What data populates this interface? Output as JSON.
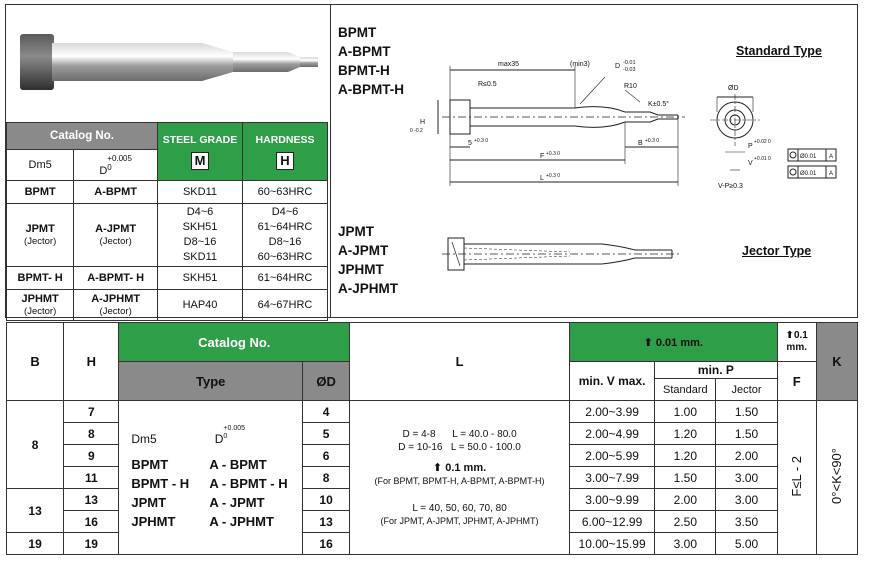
{
  "top_left": {
    "catalog_header": "Catalog No.",
    "steel_grade_header": "STEEL GRADE",
    "steel_grade_symbol": "M",
    "hardness_header": "HARDNESS",
    "hardness_symbol": "H",
    "dm5": "Dm5",
    "d_label": "D",
    "d_tol_top": "+0.005",
    "d_tol_bot": "0",
    "rows": [
      {
        "a": "BPMT",
        "b": "A-BPMT",
        "grade": "SKD11",
        "hard": "60~63HRC"
      },
      {
        "a": "JPMT",
        "a2": "(Jector)",
        "b": "A-JPMT",
        "b2": "(Jector)",
        "grade": [
          "D4~6",
          "SKH51",
          "D8~16",
          "SKD11"
        ],
        "hard": [
          "D4~6",
          "61~64HRC",
          "D8~16",
          "60~63HRC"
        ]
      },
      {
        "a": "BPMT- H",
        "b": "A-BPMT- H",
        "grade": "SKH51",
        "hard": "61~64HRC"
      },
      {
        "a": "JPHMT",
        "a2": "(Jector)",
        "b": "A-JPHMT",
        "b2": "(Jector)",
        "grade": "HAP40",
        "hard": "64~67HRC"
      }
    ]
  },
  "diagram": {
    "titles_top": [
      "BPMT",
      "A-BPMT",
      "BPMT-H",
      "A-BPMT-H"
    ],
    "titles_bottom": [
      "JPMT",
      "A-JPMT",
      "JPHMT",
      "A-JPHMT"
    ],
    "standard_type": "Standard Type",
    "jector_type": "Jector Type",
    "dims": {
      "max35": "max35",
      "min3": "(min3)",
      "d_tol": "D",
      "d_tol_a": "-0.01",
      "d_tol_b": "-0.03",
      "r05": "R≤0.5",
      "r10": "R10",
      "k": "K±0.5°",
      "h": "H",
      "h_tol": "0 -0.2",
      "s": "5",
      "s_tol": "+0.3 0",
      "b": "B",
      "b_tol": "+0.3 0",
      "f": "F",
      "f_tol": "+0.3 0",
      "l": "L",
      "l_tol": "+0.3 0",
      "od": "ØD",
      "p": "P",
      "p_tol": "+0.02 0",
      "v": "V",
      "v_tol": "+0.01 0",
      "vp": "V-P≥0.3",
      "geo1": "Ø0.01",
      "geo_ref": "A"
    }
  },
  "main_table": {
    "b_header": "B",
    "h_header": "H",
    "catalog_header": "Catalog No.",
    "type_header": "Type",
    "od_header": "ØD",
    "l_header": "L",
    "tol_header": "0.01 mm.",
    "min_v_header": "min. V max.",
    "min_p_header": "min. P",
    "standard_header": "Standard",
    "jector_header": "Jector",
    "f_tol_header": "0.1",
    "f_tol_unit": "mm.",
    "f_header": "F",
    "k_header": "K",
    "b_values": [
      "8",
      "13",
      "19"
    ],
    "h_values": [
      "7",
      "8",
      "9",
      "11",
      "13",
      "16",
      "19"
    ],
    "d_values": [
      "4",
      "5",
      "6",
      "8",
      "10",
      "13",
      "16"
    ],
    "v_values": [
      "2.00~3.99",
      "2.00~4.99",
      "2.00~5.99",
      "3.00~7.99",
      "3.00~9.99",
      "6.00~12.99",
      "10.00~15.99"
    ],
    "p_std": [
      "1.00",
      "1.20",
      "1.20",
      "1.50",
      "2.00",
      "2.50",
      "3.00"
    ],
    "p_jec": [
      "1.50",
      "1.50",
      "2.00",
      "3.00",
      "3.00",
      "3.50",
      "5.00"
    ],
    "type_dm5": "Dm5",
    "type_d": "D",
    "type_d_tol_top": "+0.005",
    "type_d_tol_bot": "0",
    "type_pairs": [
      [
        "BPMT",
        "A - BPMT"
      ],
      [
        "BPMT - H",
        "A - BPMT - H"
      ],
      [
        "JPMT",
        "A - JPMT"
      ],
      [
        "JPHMT",
        "A - JPHMT"
      ]
    ],
    "l_line1": "D = 4-8      L = 40.0 - 80.0",
    "l_line2": "D = 10-16   L = 50.0 - 100.0",
    "l_tol": "0.1 mm.",
    "l_note1": "(For BPMT, BPMT-H, A-BPMT, A-BPMT-H)",
    "l_line3": "L = 40, 50, 60, 70, 80",
    "l_note2": "(For JPMT, A-JPMT, JPHMT, A-JPHMT)",
    "f_rule": "F≤L - 2",
    "k_rule": "0°<K<90°"
  }
}
